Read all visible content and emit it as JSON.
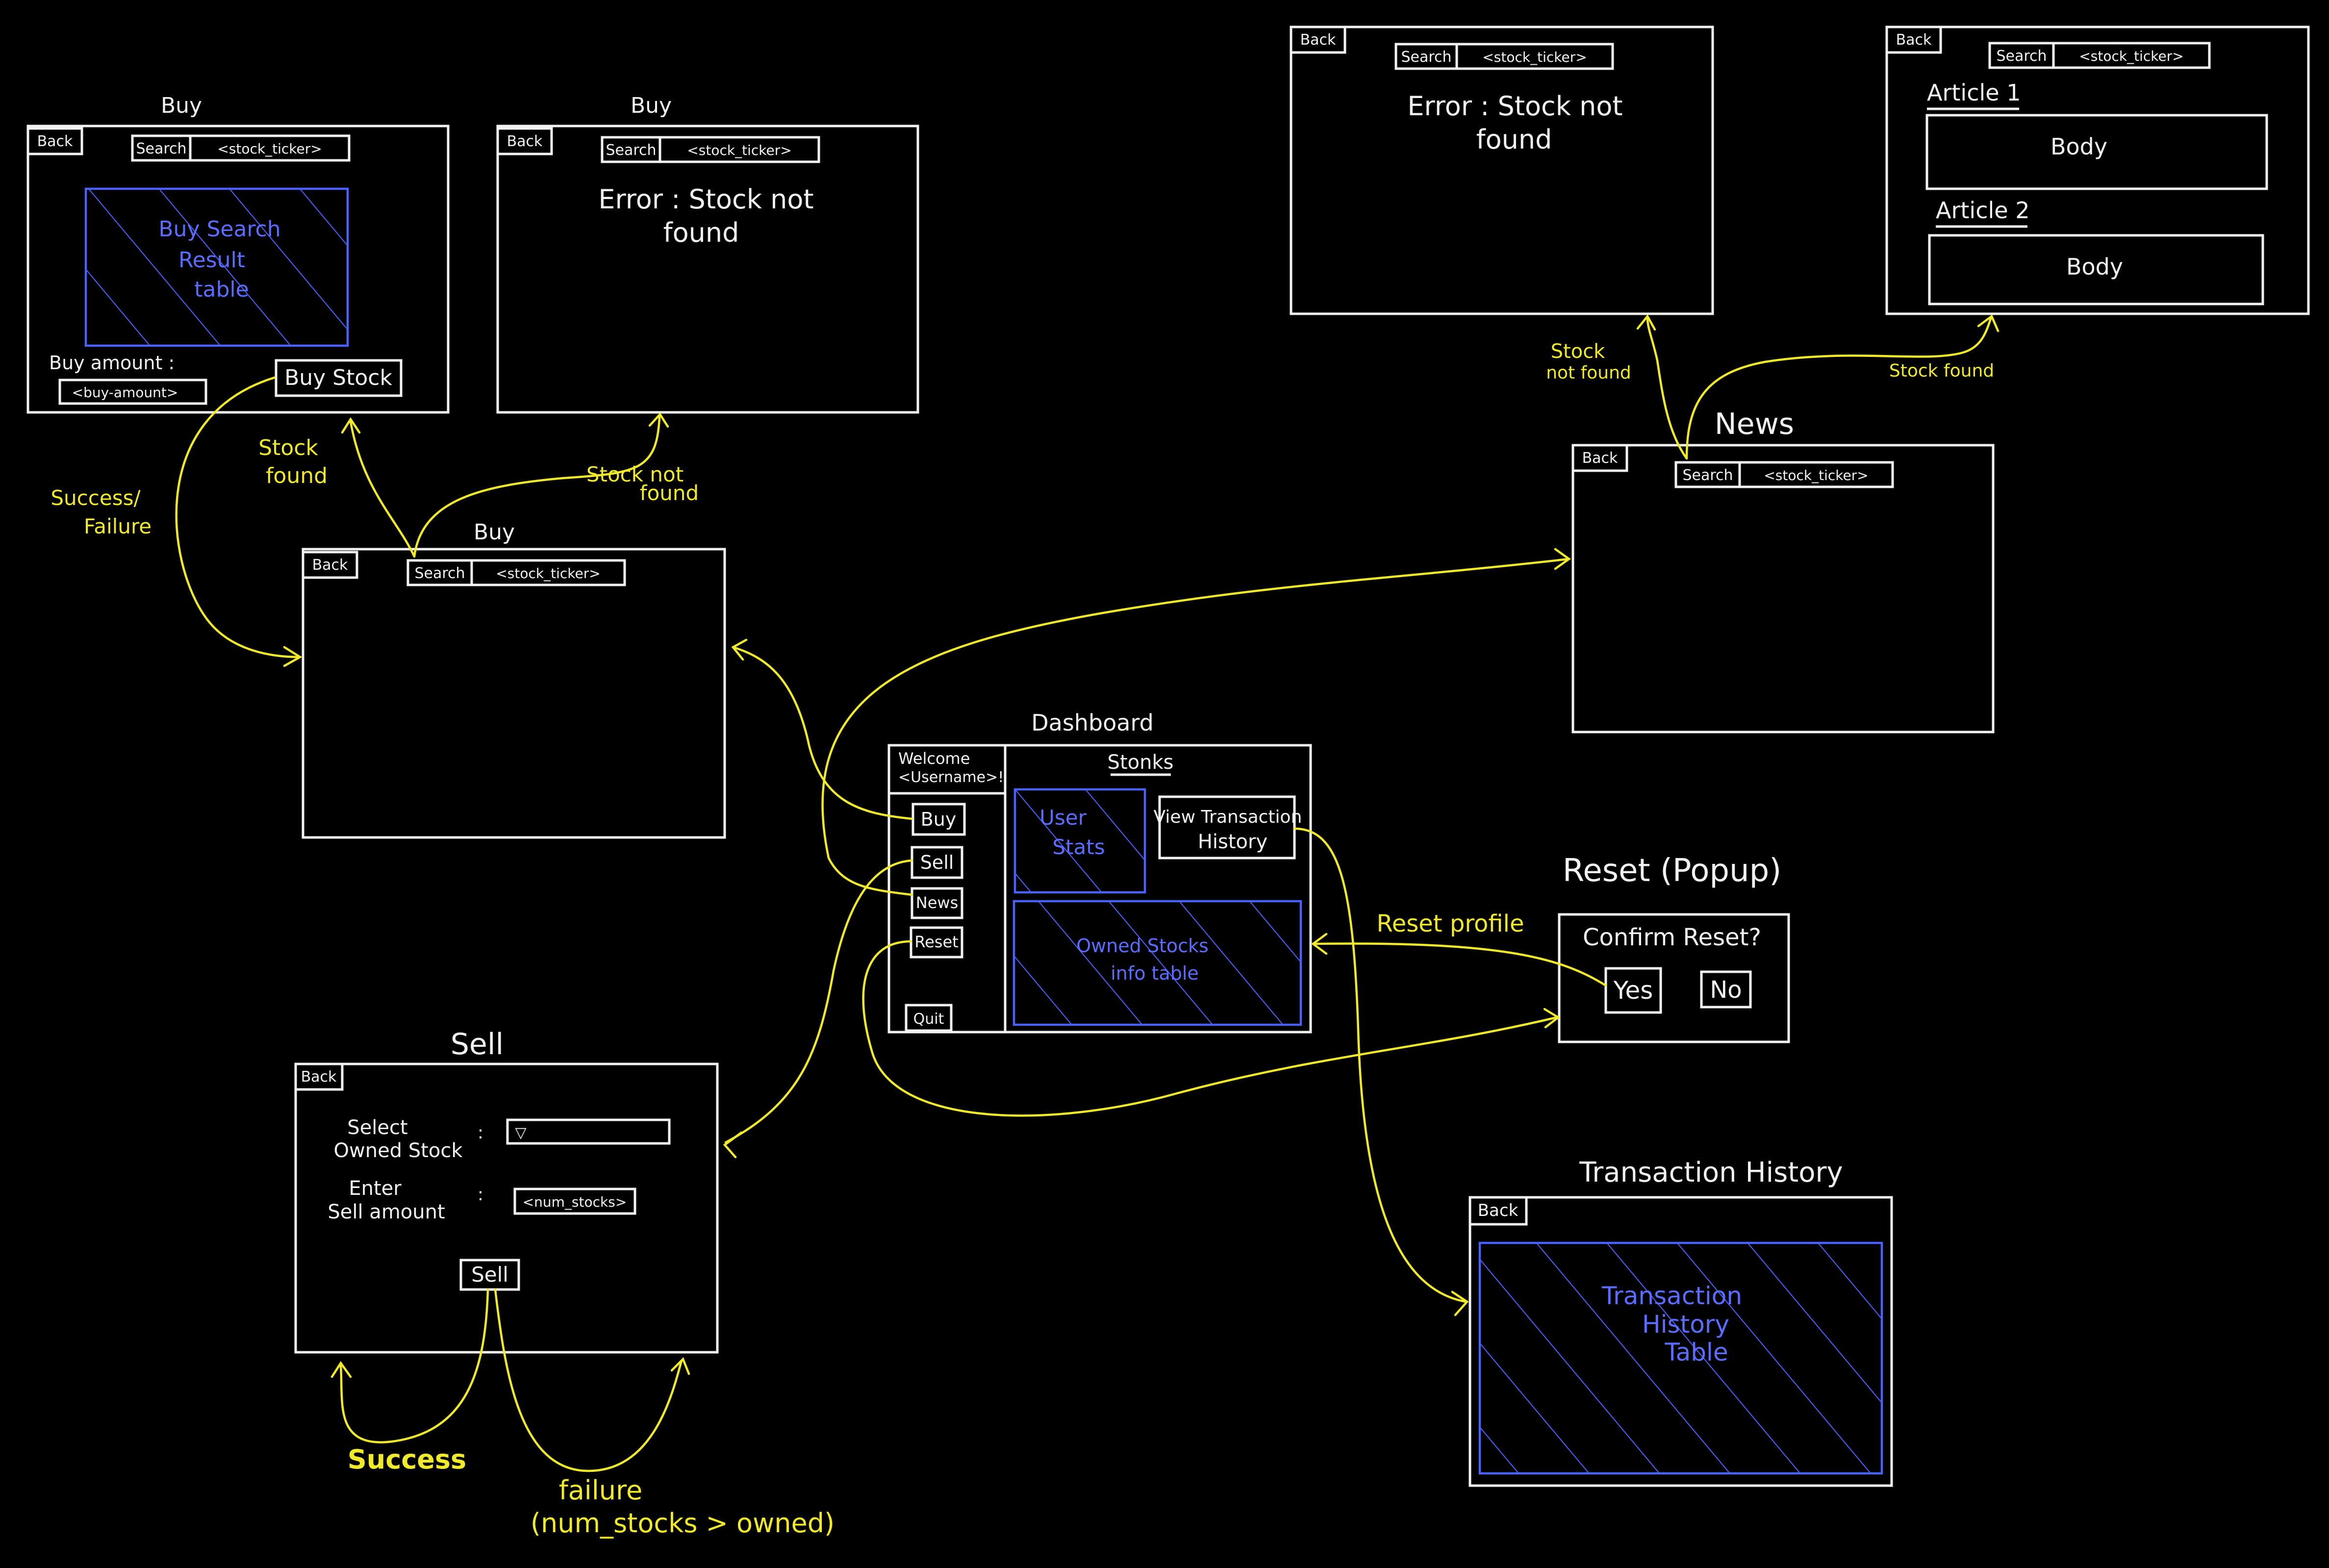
{
  "colors": {
    "background": "#000000",
    "ink": "#f2f2f2",
    "accent_blue": "#4a63ff",
    "arrow_yellow": "#f1ea2a"
  },
  "common": {
    "back": "Back",
    "search": "Search",
    "ticker": "<stock_ticker>",
    "error_line1": "Error : Stock not",
    "error_line2": "found"
  },
  "buy_result": {
    "title": "Buy",
    "table": [
      "Buy Search",
      "Result",
      "table"
    ],
    "amount_label": "Buy amount :",
    "amount_input": "<buy-amount>",
    "buy_button": "Buy Stock"
  },
  "buy_error": {
    "title": "Buy"
  },
  "buy_main": {
    "title": "Buy"
  },
  "news_error": {},
  "news_articles": {
    "article1": "Article 1",
    "body1": "Body",
    "article2": "Article 2",
    "body2": "Body"
  },
  "news_main": {
    "title": "News"
  },
  "dashboard": {
    "title": "Dashboard",
    "welcome": [
      "Welcome",
      "<Username>!"
    ],
    "brand": "Stonks",
    "nav": {
      "buy": "Buy",
      "sell": "Sell",
      "news": "News",
      "reset": "Reset",
      "quit": "Quit"
    },
    "user_stats": [
      "User",
      "Stats"
    ],
    "view_history": [
      "View Transaction",
      "History"
    ],
    "owned_table": [
      "Owned Stocks",
      "info table"
    ]
  },
  "reset_popup": {
    "title": "Reset (Popup)",
    "question": "Confirm Reset?",
    "yes": "Yes",
    "no": "No"
  },
  "sell": {
    "title": "Sell",
    "select_label": [
      "Select",
      "Owned Stock"
    ],
    "dropdown": "▽",
    "enter_label": [
      "Enter",
      "Sell amount"
    ],
    "amount_input": "<num_stocks>",
    "sell_button": "Sell",
    "colon": ":"
  },
  "history": {
    "title": "Transaction History",
    "table": [
      "Transaction",
      "History",
      "Table"
    ]
  },
  "arrow_labels": {
    "success_failure": [
      "Success/",
      "Failure"
    ],
    "stock_found": [
      "Stock",
      "found"
    ],
    "stock_not_found": [
      "Stock not",
      "found"
    ],
    "news_not_found": [
      "Stock",
      "not found"
    ],
    "news_found": "Stock found",
    "reset_profile": "Reset profile",
    "success": "Success",
    "failure": [
      "failure",
      "(num_stocks > owned)"
    ]
  }
}
